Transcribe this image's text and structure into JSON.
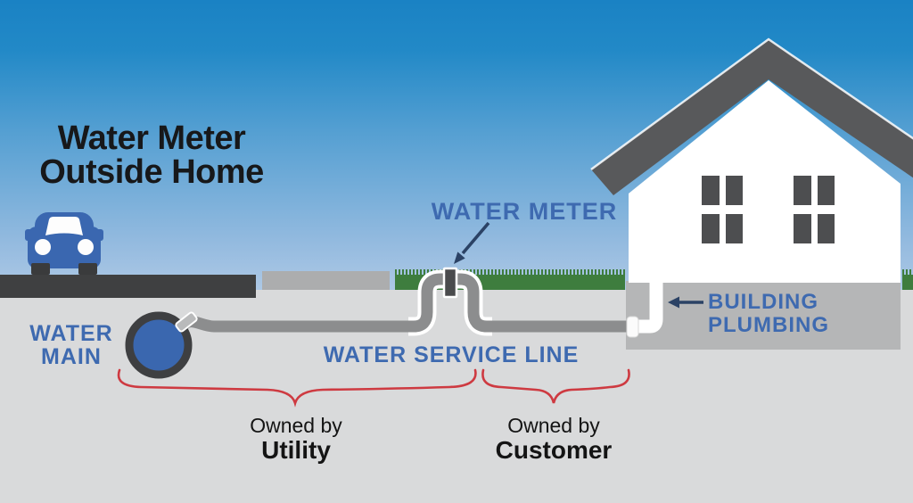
{
  "title": {
    "line1": "Water Meter",
    "line2": "Outside Home"
  },
  "labels": {
    "water_main": {
      "line1": "WATER",
      "line2": "MAIN"
    },
    "water_meter": "WATER METER",
    "water_service_line": "WATER SERVICE LINE",
    "building_plumbing": {
      "line1": "BUILDING",
      "line2": "PLUMBING"
    },
    "owned_by_utility": {
      "line1": "Owned by",
      "line2": "Utility"
    },
    "owned_by_customer": {
      "line1": "Owned by",
      "line2": "Customer"
    }
  },
  "scene": {
    "elements": [
      "sky",
      "car",
      "road",
      "sidewalk",
      "grass",
      "house",
      "roof",
      "windows",
      "foundation",
      "water-main",
      "water-service-line-pipe",
      "water-meter",
      "building-plumbing-pipe",
      "ownership-braces"
    ],
    "ownership": [
      {
        "segment": "water main to property line",
        "owner": "Utility"
      },
      {
        "segment": "property line to building",
        "owner": "Customer"
      }
    ]
  },
  "colors": {
    "sky_top": "#1a82c4",
    "sky_horizon": "#f5f8fc",
    "ground": "#d9dadb",
    "road": "#3f4041",
    "sidewalk": "#acadae",
    "grass": "#3e7d3e",
    "house_wall": "#ffffff",
    "roof": "#58595b",
    "window_pane": "#4d4e50",
    "foundation": "#b5b6b7",
    "pipe_gray": "#8c8d8e",
    "meter_body": "#4a4b4d",
    "water_main_fill": "#3a67af",
    "water_main_ring": "#3e3f41",
    "car_body": "#3a67b0",
    "label_blue": "#3e6ab0",
    "arrow_navy": "#2b4265",
    "brace_red": "#ce3a41",
    "title_black": "#17181a"
  }
}
